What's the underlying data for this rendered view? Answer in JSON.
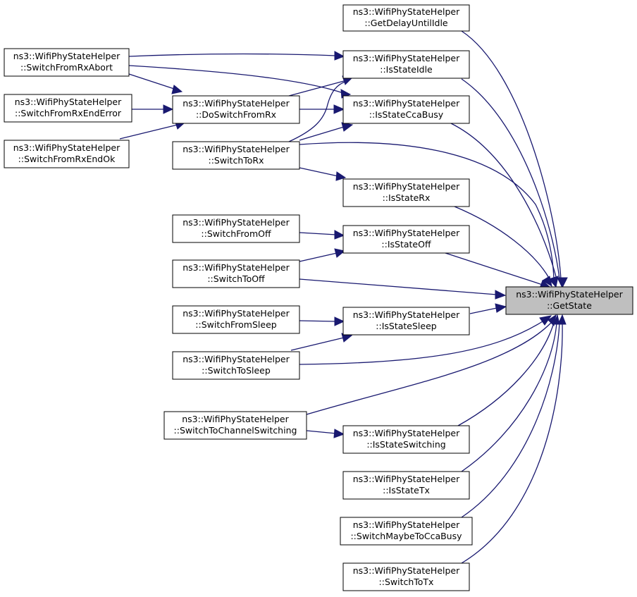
{
  "nodes": {
    "get_delay_until_idle": {
      "line1": "ns3::WifiPhyStateHelper",
      "line2": "::GetDelayUntilIdle"
    },
    "is_state_idle": {
      "line1": "ns3::WifiPhyStateHelper",
      "line2": "::IsStateIdle"
    },
    "is_state_cca_busy": {
      "line1": "ns3::WifiPhyStateHelper",
      "line2": "::IsStateCcaBusy"
    },
    "is_state_rx": {
      "line1": "ns3::WifiPhyStateHelper",
      "line2": "::IsStateRx"
    },
    "is_state_off": {
      "line1": "ns3::WifiPhyStateHelper",
      "line2": "::IsStateOff"
    },
    "get_state": {
      "line1": "ns3::WifiPhyStateHelper",
      "line2": "::GetState"
    },
    "is_state_sleep": {
      "line1": "ns3::WifiPhyStateHelper",
      "line2": "::IsStateSleep"
    },
    "is_state_switching": {
      "line1": "ns3::WifiPhyStateHelper",
      "line2": "::IsStateSwitching"
    },
    "is_state_tx": {
      "line1": "ns3::WifiPhyStateHelper",
      "line2": "::IsStateTx"
    },
    "switch_maybe_to_cca_busy": {
      "line1": "ns3::WifiPhyStateHelper",
      "line2": "::SwitchMaybeToCcaBusy"
    },
    "switch_to_tx": {
      "line1": "ns3::WifiPhyStateHelper",
      "line2": "::SwitchToTx"
    },
    "do_switch_from_rx": {
      "line1": "ns3::WifiPhyStateHelper",
      "line2": "::DoSwitchFromRx"
    },
    "switch_to_rx": {
      "line1": "ns3::WifiPhyStateHelper",
      "line2": "::SwitchToRx"
    },
    "switch_from_off": {
      "line1": "ns3::WifiPhyStateHelper",
      "line2": "::SwitchFromOff"
    },
    "switch_to_off": {
      "line1": "ns3::WifiPhyStateHelper",
      "line2": "::SwitchToOff"
    },
    "switch_from_sleep": {
      "line1": "ns3::WifiPhyStateHelper",
      "line2": "::SwitchFromSleep"
    },
    "switch_to_sleep": {
      "line1": "ns3::WifiPhyStateHelper",
      "line2": "::SwitchToSleep"
    },
    "switch_to_channel_switching": {
      "line1": "ns3::WifiPhyStateHelper",
      "line2": "::SwitchToChannelSwitching"
    },
    "switch_from_rx_abort": {
      "line1": "ns3::WifiPhyStateHelper",
      "line2": "::SwitchFromRxAbort"
    },
    "switch_from_rx_end_error": {
      "line1": "ns3::WifiPhyStateHelper",
      "line2": "::SwitchFromRxEndError"
    },
    "switch_from_rx_end_ok": {
      "line1": "ns3::WifiPhyStateHelper",
      "line2": "::SwitchFromRxEndOk"
    }
  },
  "edges": [
    {
      "from": "get_delay_until_idle",
      "to": "get_state"
    },
    {
      "from": "is_state_idle",
      "to": "get_state"
    },
    {
      "from": "is_state_cca_busy",
      "to": "get_state"
    },
    {
      "from": "is_state_rx",
      "to": "get_state"
    },
    {
      "from": "is_state_off",
      "to": "get_state"
    },
    {
      "from": "is_state_sleep",
      "to": "get_state"
    },
    {
      "from": "is_state_switching",
      "to": "get_state"
    },
    {
      "from": "is_state_tx",
      "to": "get_state"
    },
    {
      "from": "switch_maybe_to_cca_busy",
      "to": "get_state"
    },
    {
      "from": "switch_to_tx",
      "to": "get_state"
    },
    {
      "from": "switch_to_rx",
      "to": "get_state"
    },
    {
      "from": "switch_to_off",
      "to": "get_state"
    },
    {
      "from": "switch_to_sleep",
      "to": "get_state"
    },
    {
      "from": "switch_to_channel_switching",
      "to": "get_state"
    },
    {
      "from": "do_switch_from_rx",
      "to": "is_state_idle"
    },
    {
      "from": "do_switch_from_rx",
      "to": "is_state_cca_busy"
    },
    {
      "from": "switch_to_rx",
      "to": "is_state_idle"
    },
    {
      "from": "switch_to_rx",
      "to": "is_state_cca_busy"
    },
    {
      "from": "switch_to_rx",
      "to": "is_state_rx"
    },
    {
      "from": "switch_from_off",
      "to": "is_state_off"
    },
    {
      "from": "switch_to_off",
      "to": "is_state_off"
    },
    {
      "from": "switch_from_sleep",
      "to": "is_state_sleep"
    },
    {
      "from": "switch_to_sleep",
      "to": "is_state_sleep"
    },
    {
      "from": "switch_to_channel_switching",
      "to": "is_state_switching"
    },
    {
      "from": "switch_from_rx_abort",
      "to": "is_state_idle"
    },
    {
      "from": "switch_from_rx_abort",
      "to": "is_state_cca_busy"
    },
    {
      "from": "switch_from_rx_abort",
      "to": "do_switch_from_rx"
    },
    {
      "from": "switch_from_rx_end_error",
      "to": "do_switch_from_rx"
    },
    {
      "from": "switch_from_rx_end_ok",
      "to": "do_switch_from_rx"
    }
  ],
  "colors": {
    "edge": "#191970",
    "focus_fill": "#bfbfbf",
    "node_fill": "#ffffff",
    "node_border": "#000000"
  }
}
